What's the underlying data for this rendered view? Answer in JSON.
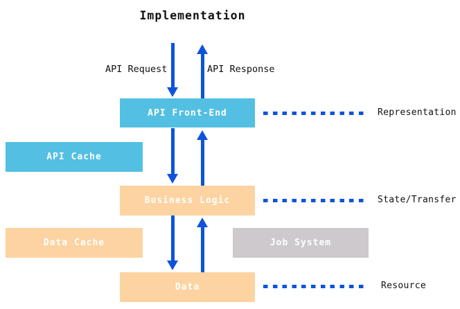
{
  "diagram": {
    "title": "Implementation",
    "flow_labels": {
      "request": "API Request",
      "response": "API Response"
    },
    "boxes": {
      "api_front_end": {
        "label": "API Front-End"
      },
      "api_cache": {
        "label": "API Cache"
      },
      "business_logic": {
        "label": "Business Logic"
      },
      "data_cache": {
        "label": "Data Cache"
      },
      "job_system": {
        "label": "Job System"
      },
      "data": {
        "label": "Data"
      }
    },
    "layers": {
      "representation": "Representation",
      "state_transfer": "State/Transfer",
      "resource": "Resource"
    },
    "colors": {
      "box_cyan": "#53BFE3",
      "box_peach": "#FCD3A1",
      "box_gray": "#CDC9CD",
      "arrow_blue": "#0E53DC",
      "box_text": "#FFFFFF",
      "label_text": "#000000"
    }
  }
}
